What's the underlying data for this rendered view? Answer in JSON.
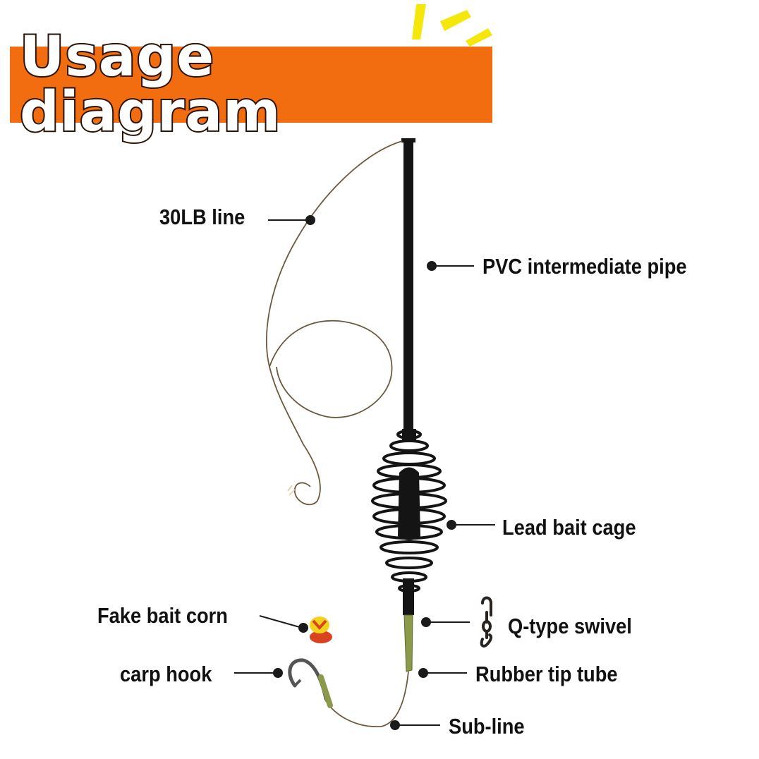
{
  "title": "Usage diagram",
  "labels": {
    "line": "30LB line",
    "pipe": "PVC intermediate pipe",
    "cage": "Lead bait cage",
    "corn": "Fake bait corn",
    "swivel": "Q-type swivel",
    "hook": "carp hook",
    "tube": "Rubber tip tube",
    "subline": "Sub-line"
  },
  "colors": {
    "banner": "#f26d0f",
    "burst": "#f5e60c",
    "rig_black": "#141414",
    "line": "#6b5a3e",
    "tube": "#8a9a4a",
    "corn_yellow": "#f2d21a",
    "corn_red": "#d9441f"
  }
}
